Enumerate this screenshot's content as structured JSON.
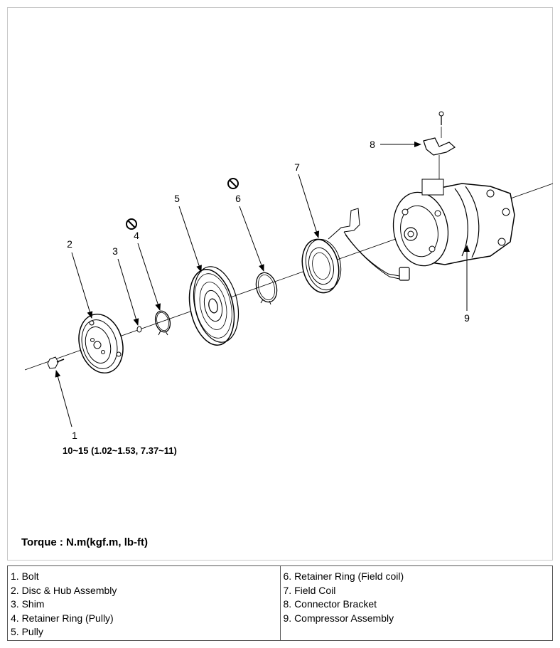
{
  "callouts": [
    "1",
    "2",
    "3",
    "4",
    "5",
    "6",
    "7",
    "8",
    "9"
  ],
  "torque_value": "10~15 (1.02~1.53, 7.37~11)",
  "torque_label": "Torque : N.m(kgf.m, lb-ft)",
  "legend": {
    "left": [
      "1. Bolt",
      "2. Disc & Hub Assembly",
      "3. Shim",
      "4. Retainer Ring (Pully)",
      "5. Pully"
    ],
    "right": [
      "6. Retainer Ring (Field coil)",
      "7. Field Coil",
      "8. Connector Bracket",
      "9. Compressor Assembly"
    ]
  },
  "icons": [
    "no-reuse-icon",
    "no-reuse-icon"
  ]
}
